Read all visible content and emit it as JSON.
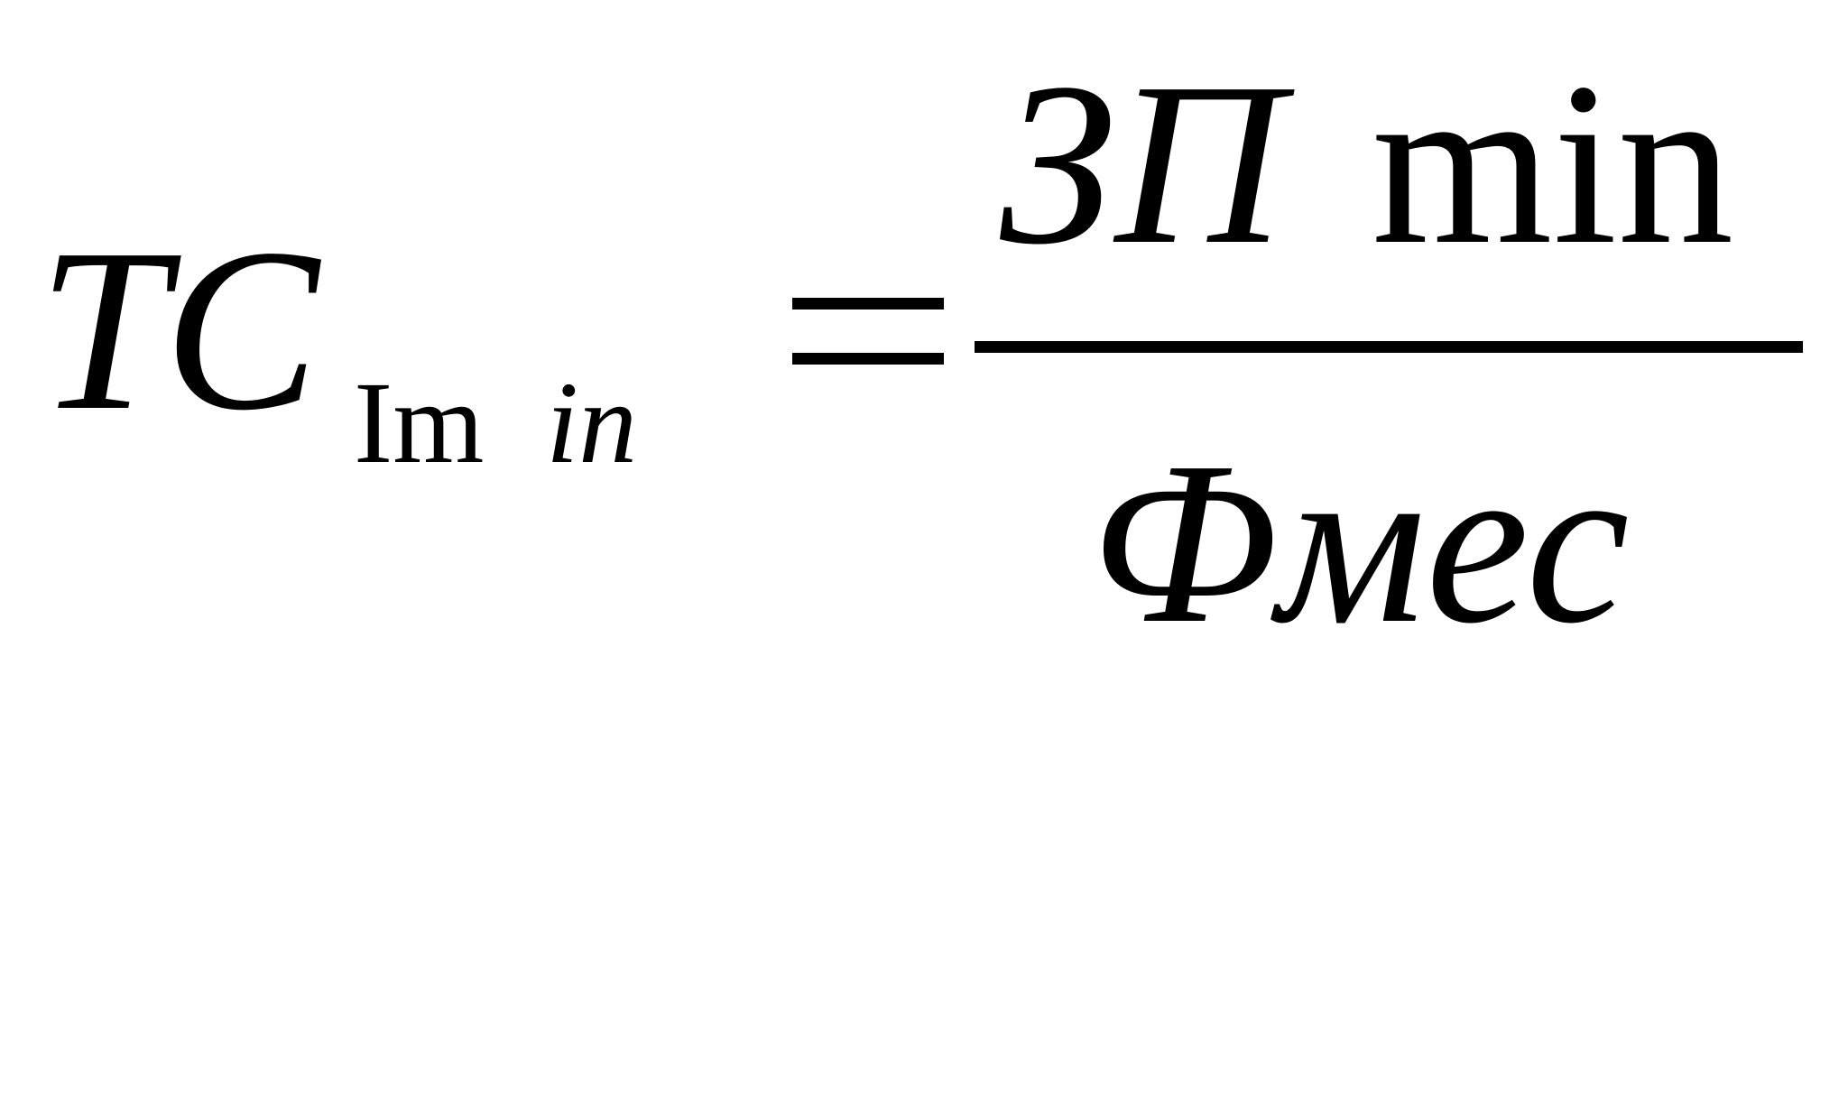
{
  "formula": {
    "lhs": {
      "symbol": "TC",
      "subscript_upright": "Im",
      "subscript_italic": "in"
    },
    "equals": "=",
    "numerator": {
      "italic": "ЗП",
      "upright": "min"
    },
    "denominator": "Фмес"
  }
}
